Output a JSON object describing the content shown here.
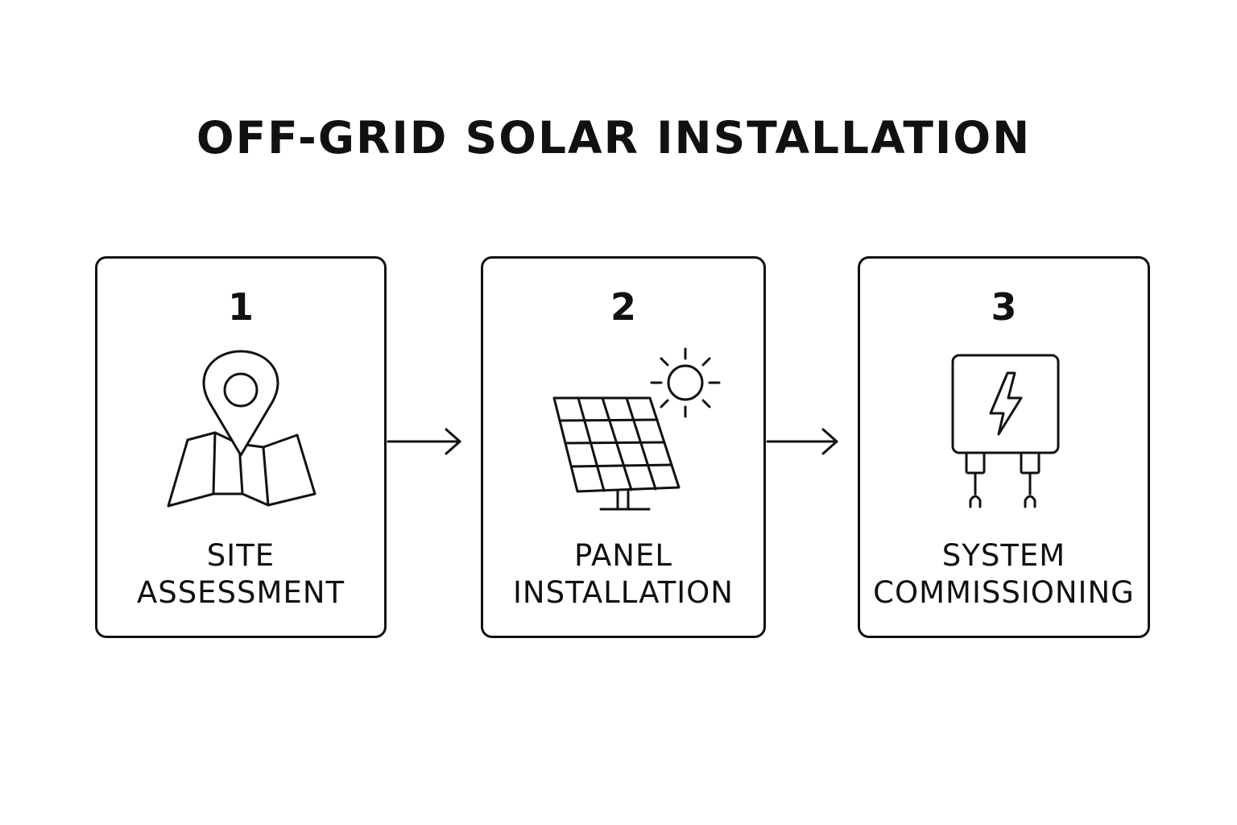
{
  "title": "OFF-GRID SOLAR INSTALLATION",
  "steps": [
    {
      "number": "1",
      "label_line1": "SITE",
      "label_line2": "ASSESSMENT",
      "icon": "map-pin-icon"
    },
    {
      "number": "2",
      "label_line1": "PANEL",
      "label_line2": "INSTALLATION",
      "icon": "solar-panel-sun-icon"
    },
    {
      "number": "3",
      "label_line1": "SYSTEM",
      "label_line2": "COMMISSIONING",
      "icon": "electrical-box-icon"
    }
  ],
  "colors": {
    "stroke": "#111111",
    "background": "#ffffff"
  }
}
